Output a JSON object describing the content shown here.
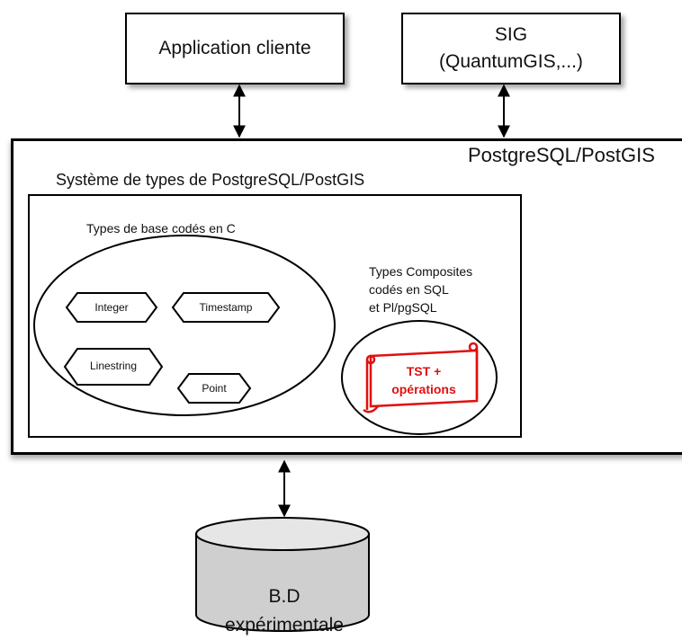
{
  "client": {
    "label": "Application cliente"
  },
  "sig": {
    "line1": "SIG",
    "line2": "(QuantumGIS,...)"
  },
  "postgres": {
    "title": "PostgreSQL/PostGIS",
    "type_system_title": "Système de types de PostgreSQL/PostGIS",
    "base_types": {
      "title": "Types de base codés en C",
      "items": [
        "Integer",
        "Timestamp",
        "Linestring",
        "Point"
      ]
    },
    "composite": {
      "line1": "Types Composites",
      "line2": "codés en SQL",
      "line3": "et  Pl/pgSQL",
      "scroll_line1": "TST +",
      "scroll_line2": "opérations"
    }
  },
  "database": {
    "line1": "B.D",
    "line2": "expérimentale"
  },
  "colors": {
    "line": "#000000",
    "highlight": "#e01010",
    "db_fill": "#cfcfcf",
    "db_top_fill": "#e6e6e6"
  }
}
